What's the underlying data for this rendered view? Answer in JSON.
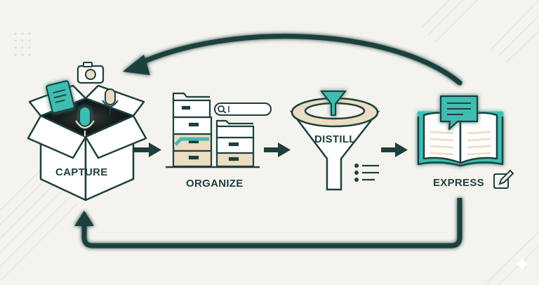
{
  "stages": [
    {
      "id": "capture",
      "label": "CAPTURE"
    },
    {
      "id": "organize",
      "label": "ORGANIZE"
    },
    {
      "id": "distill",
      "label": "DISTILL"
    },
    {
      "id": "express",
      "label": "EXPRESS"
    }
  ],
  "colors": {
    "background": "#f4f3ee",
    "ink": "#1d3f3e",
    "teal": "#3fbdb2",
    "teal_glow": "#7fe0d6",
    "beige": "#ecdcc0",
    "paper": "#ffffff"
  },
  "icons": [
    "notepad-icon",
    "camera-icon",
    "microphone-icon",
    "file-cabinet-icon",
    "search-bar-icon",
    "funnel-icon",
    "list-icon",
    "open-book-icon",
    "speech-bubble-icon",
    "edit-icon",
    "sparkle-icon"
  ]
}
